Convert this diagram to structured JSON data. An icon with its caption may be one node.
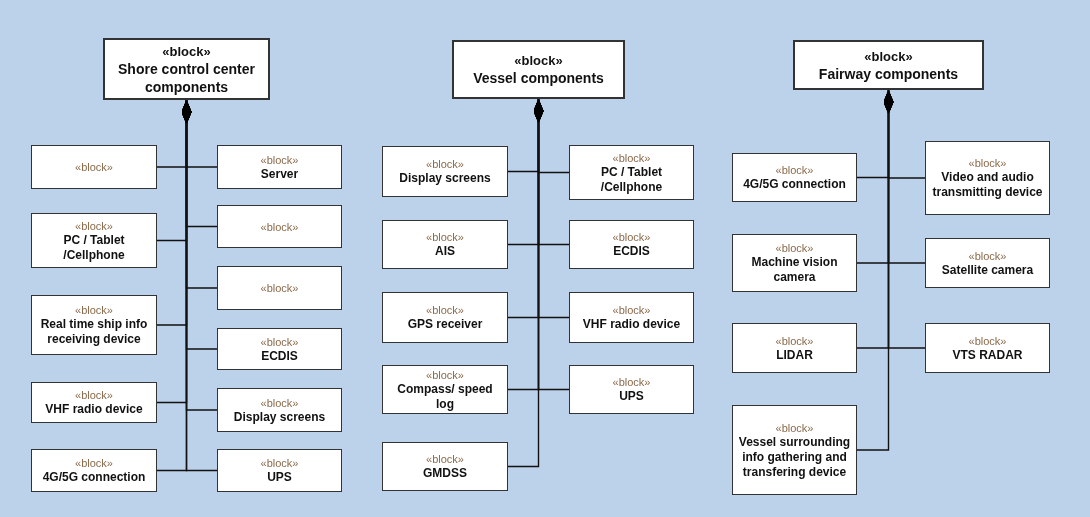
{
  "diagram": {
    "nodes": [
      {
        "text": [
          "«block»",
          "Shore control center components"
        ]
      },
      {
        "text": [
          "«block»"
        ]
      },
      {
        "text": [
          "«block»",
          "Server"
        ]
      },
      {
        "text": [
          "«block»",
          "PC / Tablet /Cellphone"
        ]
      },
      {
        "text": [
          "«block»"
        ]
      },
      {
        "text": [
          "«block»"
        ]
      },
      {
        "text": [
          "«block»",
          "Real time ship info receiving device"
        ]
      },
      {
        "text": [
          "«block»",
          "ECDIS"
        ]
      },
      {
        "text": [
          "«block»",
          "VHF radio device"
        ]
      },
      {
        "text": [
          "«block»",
          "Display screens"
        ]
      },
      {
        "text": [
          "«block»",
          "4G/5G connection"
        ]
      },
      {
        "text": [
          "«block»",
          "UPS"
        ]
      },
      {
        "text": [
          "«block»",
          "Vessel components"
        ]
      },
      {
        "text": [
          "«block»",
          "Display screens"
        ]
      },
      {
        "text": [
          "«block»",
          "PC / Tablet /Cellphone"
        ]
      },
      {
        "text": [
          "«block»",
          "AIS"
        ]
      },
      {
        "text": [
          "«block»",
          "ECDIS"
        ]
      },
      {
        "text": [
          "«block»",
          "GPS receiver"
        ]
      },
      {
        "text": [
          "«block»",
          "VHF radio device"
        ]
      },
      {
        "text": [
          "«block»",
          "Compass/ speed log"
        ]
      },
      {
        "text": [
          "«block»",
          "UPS"
        ]
      },
      {
        "text": [
          "«block»",
          "GMDSS"
        ]
      },
      {
        "text": [
          "«block»",
          "Fairway components"
        ]
      },
      {
        "text": [
          "«block»",
          "4G/5G connection"
        ]
      },
      {
        "text": [
          "«block»",
          "Video and audio transmitting device"
        ]
      },
      {
        "text": [
          "«block»",
          "Machine vision camera"
        ]
      },
      {
        "text": [
          "«block»",
          "Satellite camera"
        ]
      },
      {
        "text": [
          "«block»",
          "LIDAR"
        ]
      },
      {
        "text": [
          "«block»",
          "VTS RADAR"
        ]
      },
      {
        "text": [
          "«block»",
          "Vessel surrounding info gathering and transfering device"
        ]
      }
    ],
    "edges": [
      {
        "from": 1,
        "to": 0,
        "arrow": "other"
      },
      {
        "from": 2,
        "to": 0,
        "arrow": "other"
      },
      {
        "from": 3,
        "to": 0,
        "arrow": "other"
      },
      {
        "from": 4,
        "to": 0,
        "arrow": "other"
      },
      {
        "from": 5,
        "to": 0,
        "arrow": "other"
      },
      {
        "from": 6,
        "to": 0,
        "arrow": "other"
      },
      {
        "from": 7,
        "to": 0,
        "arrow": "other"
      },
      {
        "from": 8,
        "to": 0,
        "arrow": "other"
      },
      {
        "from": 9,
        "to": 0,
        "arrow": "other"
      },
      {
        "from": 10,
        "to": 0,
        "arrow": "other"
      },
      {
        "from": 11,
        "to": 0,
        "arrow": "other"
      },
      {
        "from": 13,
        "to": 12,
        "arrow": "other"
      },
      {
        "from": 14,
        "to": 12,
        "arrow": "other"
      },
      {
        "from": 15,
        "to": 12,
        "arrow": "other"
      },
      {
        "from": 16,
        "to": 12,
        "arrow": "other"
      },
      {
        "from": 17,
        "to": 12,
        "arrow": "other"
      },
      {
        "from": 18,
        "to": 12,
        "arrow": "other"
      },
      {
        "from": 19,
        "to": 12,
        "arrow": "other"
      },
      {
        "from": 20,
        "to": 12,
        "arrow": "other"
      },
      {
        "from": 21,
        "to": 12,
        "arrow": "other"
      },
      {
        "from": 23,
        "to": 22,
        "arrow": "other"
      },
      {
        "from": 24,
        "to": 22,
        "arrow": "other"
      },
      {
        "from": 25,
        "to": 22,
        "arrow": "other"
      },
      {
        "from": 26,
        "to": 22,
        "arrow": "other"
      },
      {
        "from": 27,
        "to": 22,
        "arrow": "other"
      },
      {
        "from": 28,
        "to": 22,
        "arrow": "other"
      },
      {
        "from": 29,
        "to": 22,
        "arrow": "other"
      }
    ]
  }
}
